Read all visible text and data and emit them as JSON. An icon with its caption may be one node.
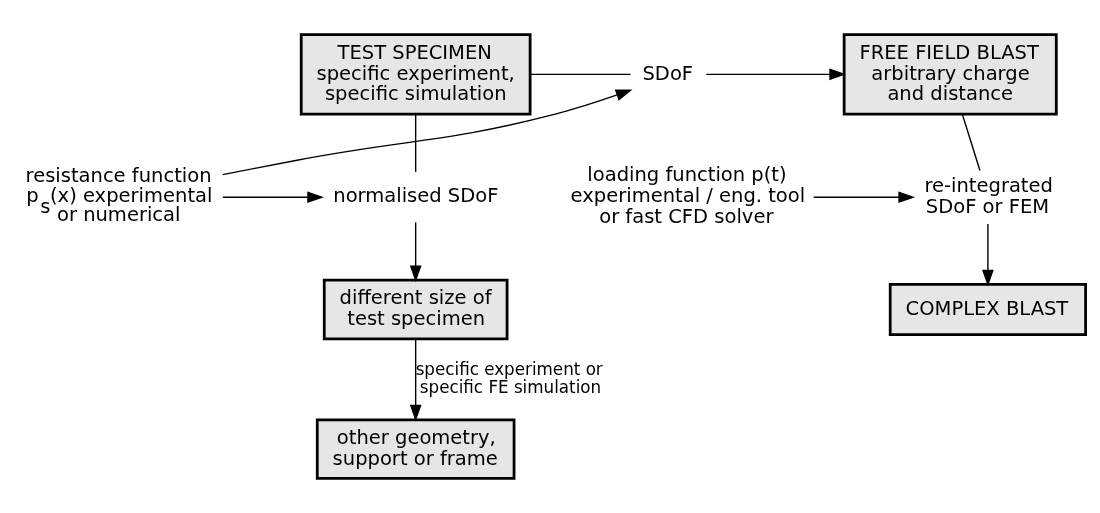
{
  "diagram": {
    "nodes": [
      {
        "text": [
          "TEST SPECIMEN",
          "specific experiment, specific simulation"
        ]
      },
      {
        "text": [
          "FREE FIELD BLAST",
          "arbitrary charge and distance"
        ]
      },
      {
        "text": [
          "SDoF"
        ]
      },
      {
        "text": [
          "resistance function p$_{s}$(x) experimental or numerical"
        ]
      },
      {
        "text": [
          "normalised SDoF"
        ]
      },
      {
        "text": [
          "different size of test specimen"
        ]
      },
      {
        "text": [
          "other geometry, support or frame"
        ]
      },
      {
        "text": [
          "re-integrated SDoF or FEM"
        ]
      },
      {
        "text": [
          "loading function p(t) experimental / eng. tool or fast CFD solver"
        ]
      },
      {
        "text": [
          "COMPLEX BLAST"
        ]
      }
    ],
    "edges": [
      {
        "from": 0,
        "to": 2,
        "arrow": "none"
      },
      {
        "from": 2,
        "to": 1,
        "arrow": "to"
      },
      {
        "from": 3,
        "to": 2,
        "arrow": "to"
      },
      {
        "from": 0,
        "to": 4,
        "arrow": "none"
      },
      {
        "from": 4,
        "to": 5,
        "arrow": "to"
      },
      {
        "from": 3,
        "to": 4,
        "arrow": "to"
      },
      {
        "from": 5,
        "to": 6,
        "arrow": "to",
        "label": "specific experiment or specific FE simulation"
      },
      {
        "from": 1,
        "to": 7,
        "arrow": "none"
      },
      {
        "from": 7,
        "to": 9,
        "arrow": "to"
      },
      {
        "from": 8,
        "to": 7,
        "arrow": "to"
      }
    ]
  }
}
